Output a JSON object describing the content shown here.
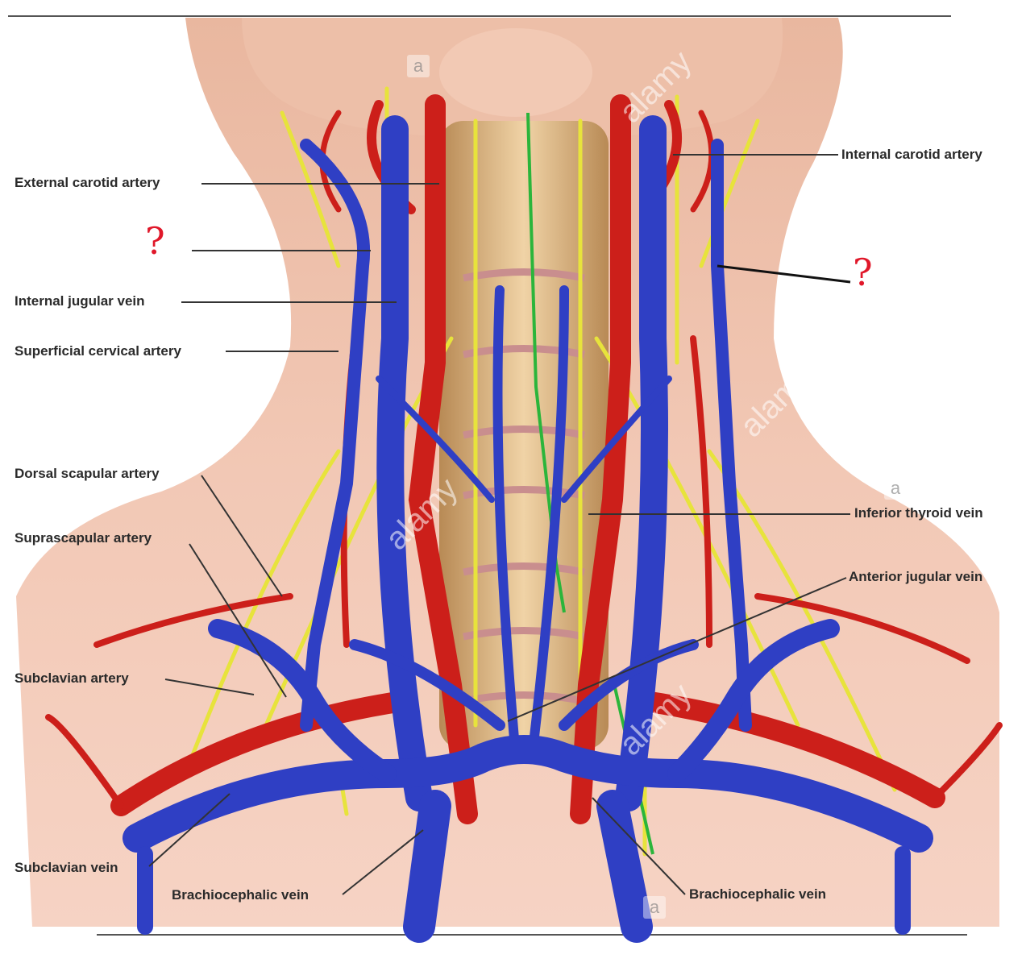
{
  "labels": {
    "external_carotid_artery": "External carotid artery",
    "internal_carotid_artery": "Internal carotid artery",
    "internal_jugular_vein": "Internal jugular vein",
    "superficial_cervical_artery": "Superficial cervical artery",
    "dorsal_scapular_artery": "Dorsal scapular artery",
    "suprascapular_artery": "Suprascapular artery",
    "subclavian_artery": "Subclavian artery",
    "subclavian_vein": "Subclavian vein",
    "brachiocephalic_vein_left": "Brachiocephalic vein",
    "brachiocephalic_vein_right": "Brachiocephalic vein",
    "inferior_thyroid_vein": "Inferior thyroid vein",
    "anterior_jugular_vein": "Anterior jugular vein",
    "unknown_left": "?",
    "unknown_right": "?"
  },
  "watermark": {
    "brand": "alamy",
    "badge": "a"
  },
  "colors": {
    "vein": "#2f3fc4",
    "artery": "#cc1f1a",
    "nerve": "#e6e23a",
    "skin": "#f0c2ae",
    "question_mark": "#e0182a"
  }
}
